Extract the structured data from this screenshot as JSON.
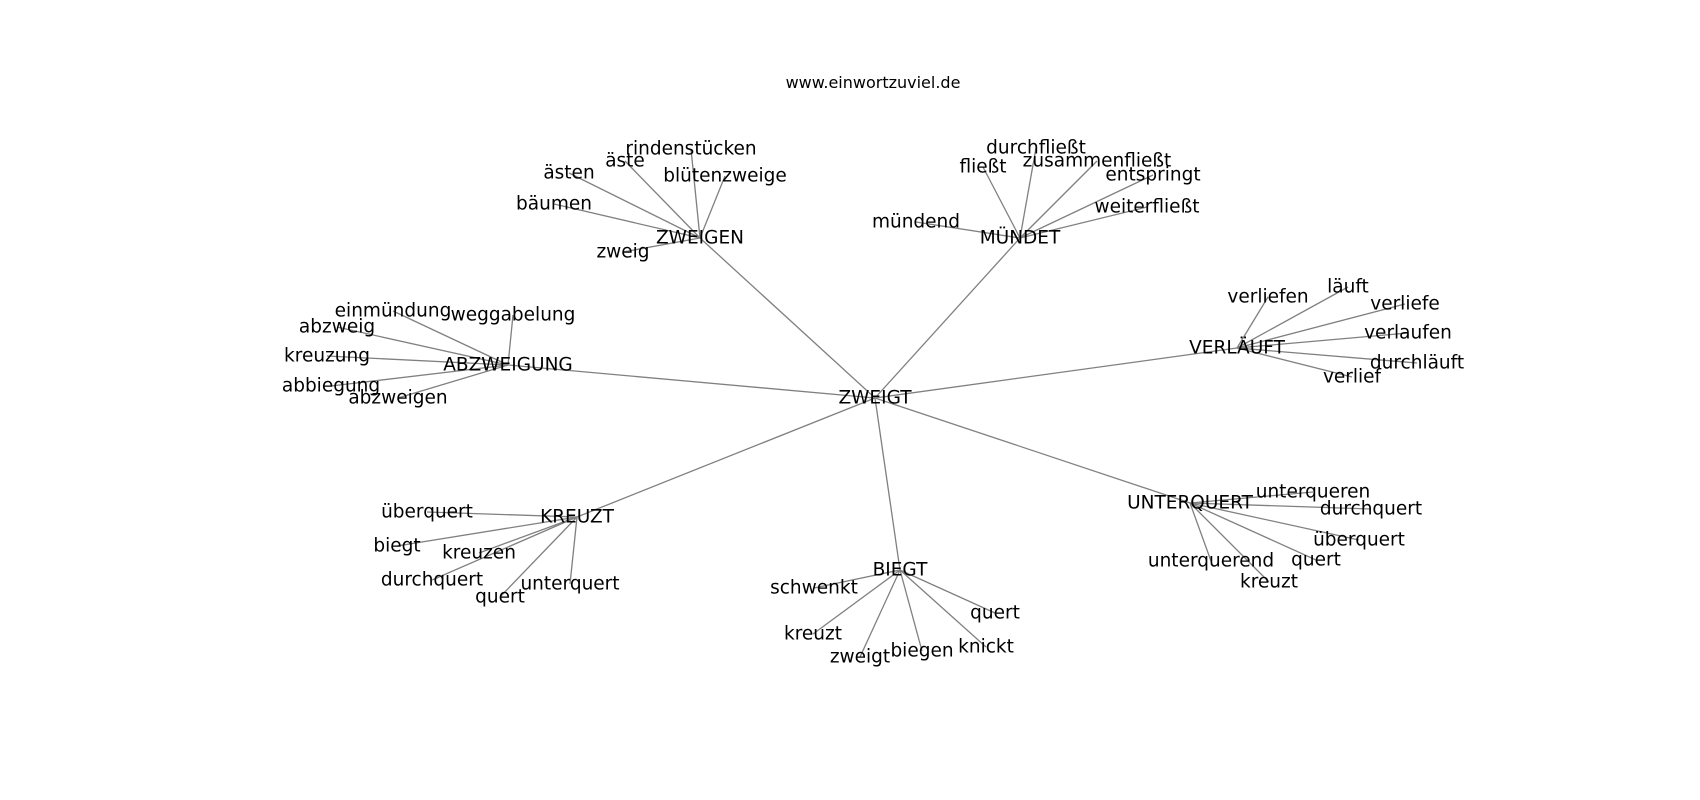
{
  "title": "www.einwortzuviel.de",
  "center": "ZWEIGT",
  "clusters": [
    {
      "hub": "ZWEIGEN",
      "leaves": [
        "rindenstücken",
        "äste",
        "ästen",
        "blütenzweige",
        "bäumen",
        "zweig"
      ]
    },
    {
      "hub": "MÜNDET",
      "leaves": [
        "durchfließt",
        "fließt",
        "zusammenfließt",
        "entspringt",
        "weiterfließt",
        "mündend"
      ]
    },
    {
      "hub": "ABZWEIGUNG",
      "leaves": [
        "einmündung",
        "weggabelung",
        "abzweig",
        "kreuzung",
        "abbiegung",
        "abzweigen"
      ]
    },
    {
      "hub": "VERLÄUFT",
      "leaves": [
        "läuft",
        "verliefen",
        "verliefe",
        "verlaufen",
        "durchläuft",
        "verlief"
      ]
    },
    {
      "hub": "KREUZT",
      "leaves": [
        "überquert",
        "biegt",
        "kreuzen",
        "durchquert",
        "quert",
        "unterquert"
      ]
    },
    {
      "hub": "BIEGT",
      "leaves": [
        "schwenkt",
        "quert",
        "kreuzt",
        "zweigt",
        "biegen",
        "knickt"
      ]
    },
    {
      "hub": "UNTERQUERT",
      "leaves": [
        "unterqueren",
        "durchquert",
        "überquert",
        "quert",
        "unterquerend",
        "kreuzt"
      ]
    }
  ]
}
